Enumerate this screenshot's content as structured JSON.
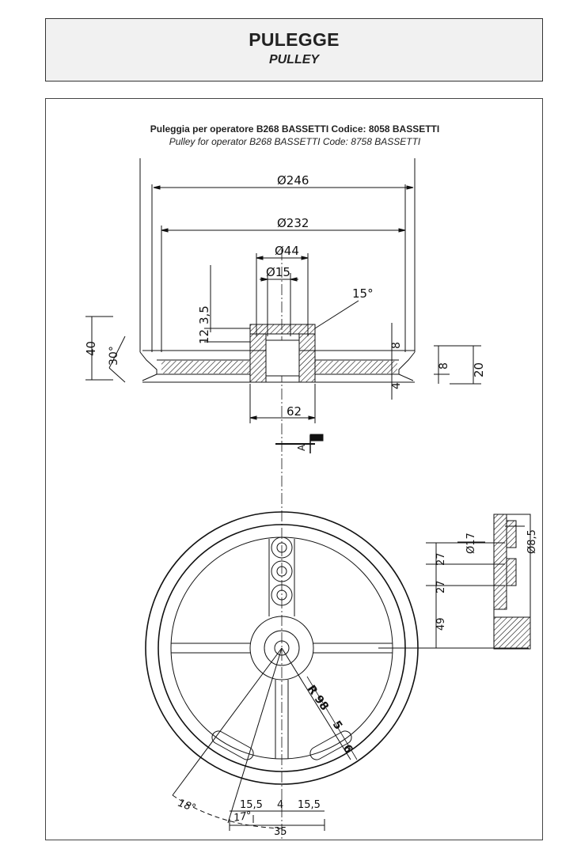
{
  "header": {
    "title": "PULEGGE",
    "subtitle": "PULLEY"
  },
  "caption": {
    "italian": "Puleggia per operatore B268 BASSETTI Codice: 8058 BASSETTI",
    "english": "Pulley for operator B268 BASSETTI Code: 8758 BASSETTI"
  },
  "dimensions": {
    "d246": "Ø246",
    "d232": "Ø232",
    "d44": "Ø44",
    "d15": "Ø15",
    "angle15": "15°",
    "h40": "40",
    "a30": "30°",
    "h3_5": "3,5",
    "h12": "12",
    "h8a": "8",
    "h4": "4",
    "h8b": "8",
    "h20": "20",
    "w62": "62",
    "section_mark": "A",
    "d17": "Ø17",
    "d8_5": "Ø8,5",
    "v27a": "27",
    "v27b": "27",
    "v49": "49",
    "r98": "R 98",
    "r5": "5",
    "r6": "6",
    "a18": "18°",
    "a17": "17°",
    "w15_5a": "15,5",
    "w4": "4",
    "w15_5b": "15,5",
    "w35": "35"
  }
}
